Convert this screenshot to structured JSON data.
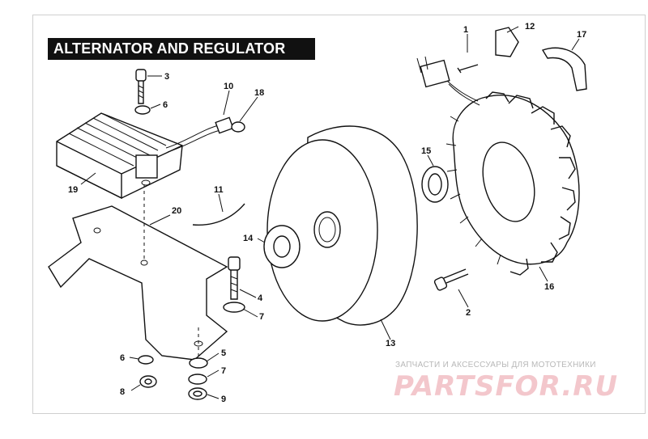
{
  "title": "ALTERNATOR AND REGULATOR",
  "callouts": [
    {
      "id": "c1",
      "label": "1"
    },
    {
      "id": "c12",
      "label": "12"
    },
    {
      "id": "c17",
      "label": "17"
    },
    {
      "id": "c3",
      "label": "3"
    },
    {
      "id": "c6a",
      "label": "6"
    },
    {
      "id": "c10",
      "label": "10"
    },
    {
      "id": "c18",
      "label": "18"
    },
    {
      "id": "c19",
      "label": "19"
    },
    {
      "id": "c11",
      "label": "11"
    },
    {
      "id": "c20",
      "label": "20"
    },
    {
      "id": "c15",
      "label": "15"
    },
    {
      "id": "c14",
      "label": "14"
    },
    {
      "id": "c4",
      "label": "4"
    },
    {
      "id": "c7a",
      "label": "7"
    },
    {
      "id": "c16",
      "label": "16"
    },
    {
      "id": "c2",
      "label": "2"
    },
    {
      "id": "c13",
      "label": "13"
    },
    {
      "id": "c6b",
      "label": "6"
    },
    {
      "id": "c5",
      "label": "5"
    },
    {
      "id": "c7b",
      "label": "7"
    },
    {
      "id": "c8",
      "label": "8"
    },
    {
      "id": "c9",
      "label": "9"
    }
  ],
  "watermark": {
    "tagline": "ЗАПЧАСТИ И АКСЕССУАРЫ ДЛЯ МОТОТЕХНИКИ",
    "logo": "PARTSFOR.RU"
  },
  "colors": {
    "ink": "#111111",
    "watermark_logo": "#f3c7cc",
    "watermark_text": "#b8b8b8"
  }
}
